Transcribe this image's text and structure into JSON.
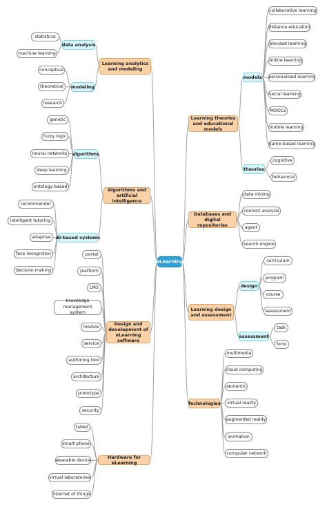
{
  "colors": {
    "root": "#2ea1d9",
    "main": "#fbd2a8",
    "sub": "#d6f6fb",
    "leaf": "#ffffff",
    "line": "#9a9a9a"
  },
  "root": {
    "label": "eLearning"
  },
  "branches": {
    "analytics": {
      "label": "Learning analytics and modeling",
      "data_analysis": {
        "label": "data analysis",
        "children": [
          "statistical",
          "machine learning"
        ]
      },
      "modeling": {
        "label": "modeling",
        "children": [
          "conceptual",
          "theoretical",
          "research"
        ]
      }
    },
    "ai": {
      "label": "Algorithms and artificial intelligence",
      "algorithms": {
        "label": "algorithms",
        "children": [
          "genetic",
          "fuzzy logic",
          "neural networks",
          "deep learning",
          "ontology-based"
        ]
      },
      "ai_systems": {
        "label": "AI-based systems",
        "children": [
          "recommender",
          "intelligent tutoring",
          "adaptive",
          "face recognition",
          "decision making"
        ]
      }
    },
    "software": {
      "label": "Design and development of eLearning software",
      "children": [
        "portal",
        "platform",
        "LMS",
        "knowledge management system",
        "module",
        "service",
        "authoring tool",
        "architecture",
        "prototype",
        "security"
      ]
    },
    "hardware": {
      "label": "Hardware for eLearning",
      "children": [
        "tablet",
        "smart phone",
        "wearable device",
        "virtual laboratories",
        "internet of things"
      ]
    },
    "theories": {
      "label": "Learning theories and educational models",
      "models": {
        "label": "models",
        "children": [
          "collaborative learning",
          "distance education",
          "blended learning",
          "online learning",
          "personalized learning",
          "social learning",
          "MOOCs",
          "mobile learning",
          "game-based learning"
        ]
      },
      "theories": {
        "label": "theories",
        "children": [
          "cognitive",
          "behavioral"
        ]
      }
    },
    "databases": {
      "label": "Databases and digital repositories",
      "children": [
        "data mining",
        "content analysis",
        "agent",
        "search engine"
      ]
    },
    "design": {
      "label": "Learning design and assessment",
      "design": {
        "label": "design",
        "children": [
          "curriculum",
          "program",
          "course",
          "assessment"
        ]
      },
      "assessment": {
        "label": "assessment",
        "children": [
          "task",
          "form"
        ]
      }
    },
    "technologies": {
      "label": "Technologies",
      "children": [
        "multimedia",
        "cloud computing",
        "semantic",
        "virtual reality",
        "augmented reality",
        "animation",
        "computer network"
      ]
    }
  }
}
